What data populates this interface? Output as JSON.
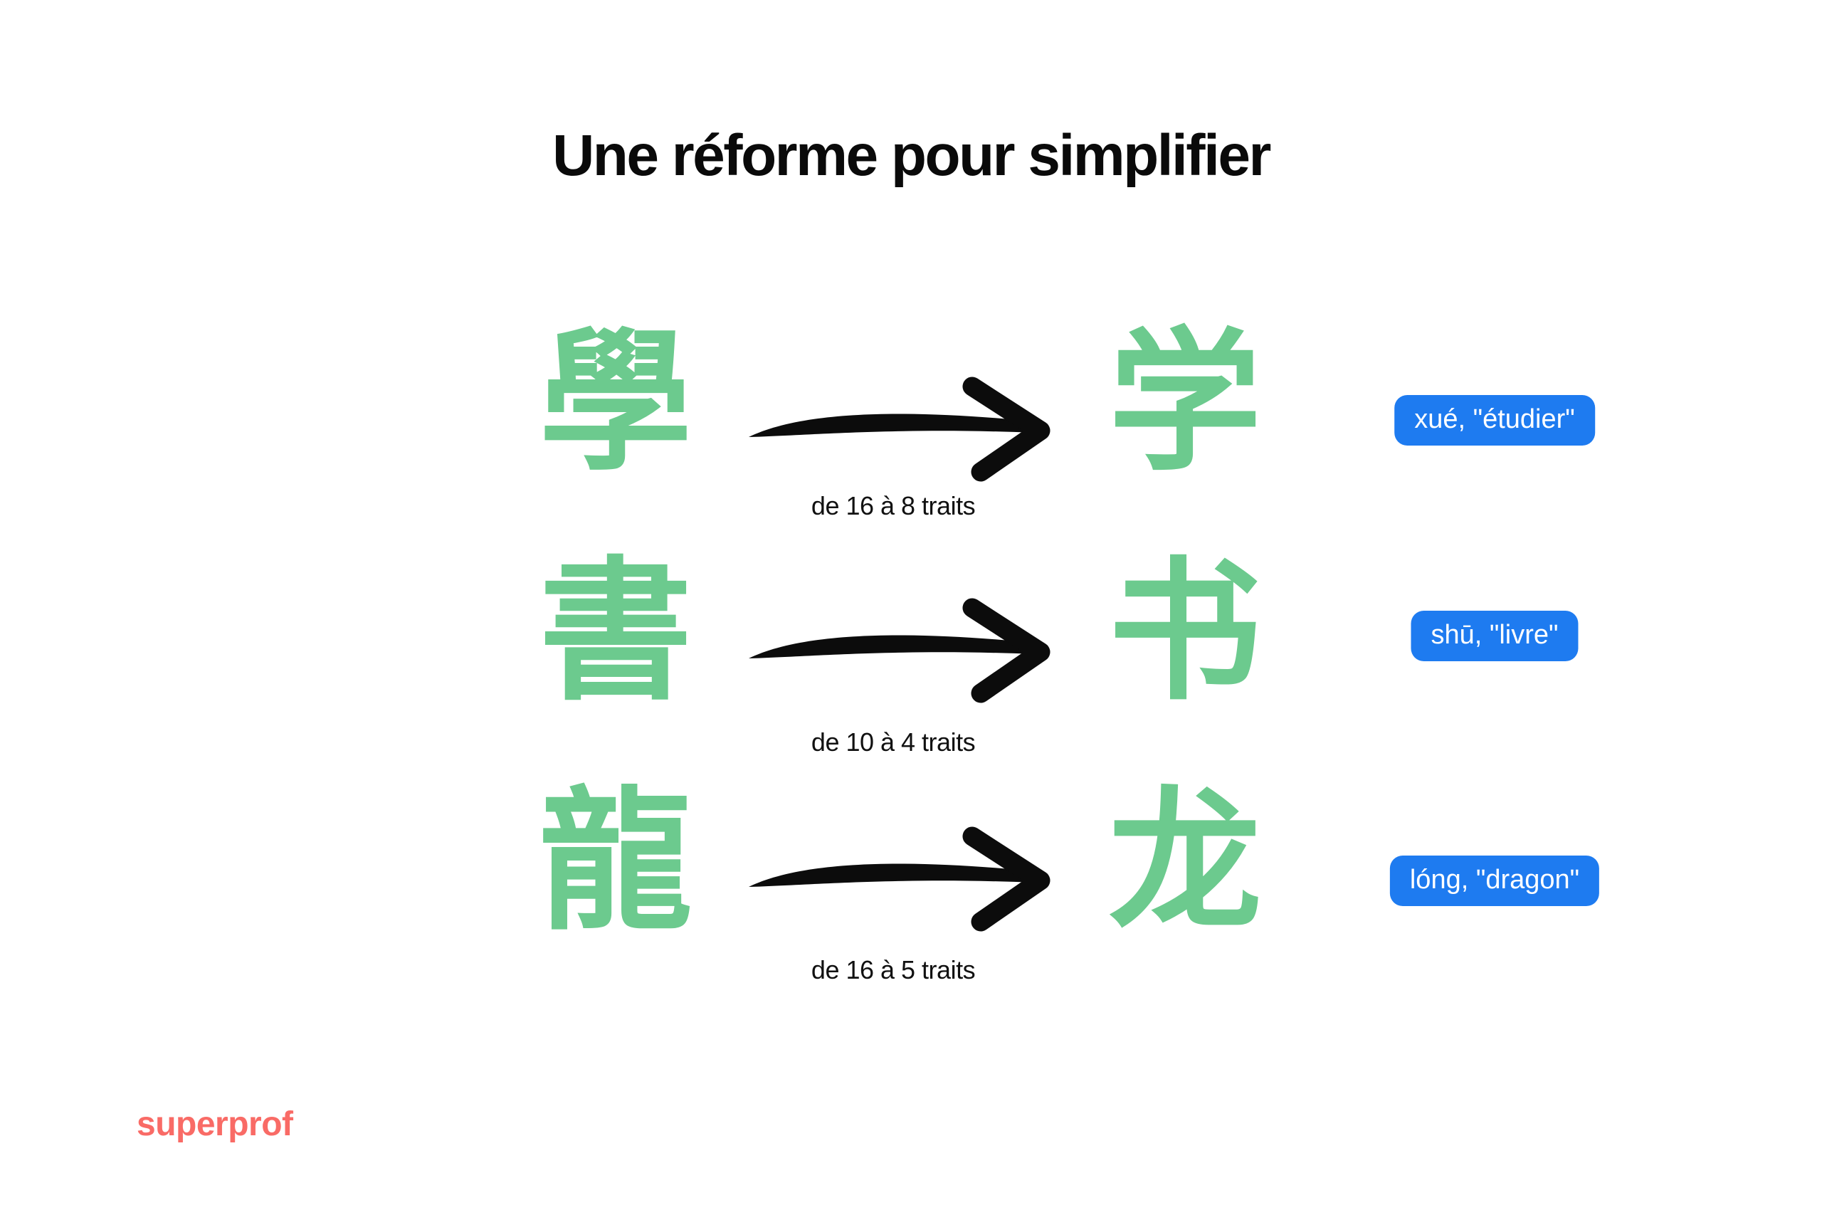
{
  "title": "Une réforme pour simplifier",
  "brand": {
    "logo_text": "superprof",
    "logo_color": "#f96b66"
  },
  "colors": {
    "background": "#ffffff",
    "character_green": "#6cca8e",
    "badge_blue": "#1e7bf0",
    "arrow_black": "#0c0c0c",
    "text_black": "#111111"
  },
  "icons": {
    "arrow": "hand-drawn-right-arrow"
  },
  "rows": [
    {
      "traditional": "學",
      "simplified": "学",
      "stroke_change": "de 16 à 8 traits",
      "pinyin_badge": "xué, \"étudier\""
    },
    {
      "traditional": "書",
      "simplified": "书",
      "stroke_change": "de 10 à 4 traits",
      "pinyin_badge": "shū, \"livre\""
    },
    {
      "traditional": "龍",
      "simplified": "龙",
      "stroke_change": "de 16 à 5 traits",
      "pinyin_badge": "lóng, \"dragon\""
    }
  ]
}
